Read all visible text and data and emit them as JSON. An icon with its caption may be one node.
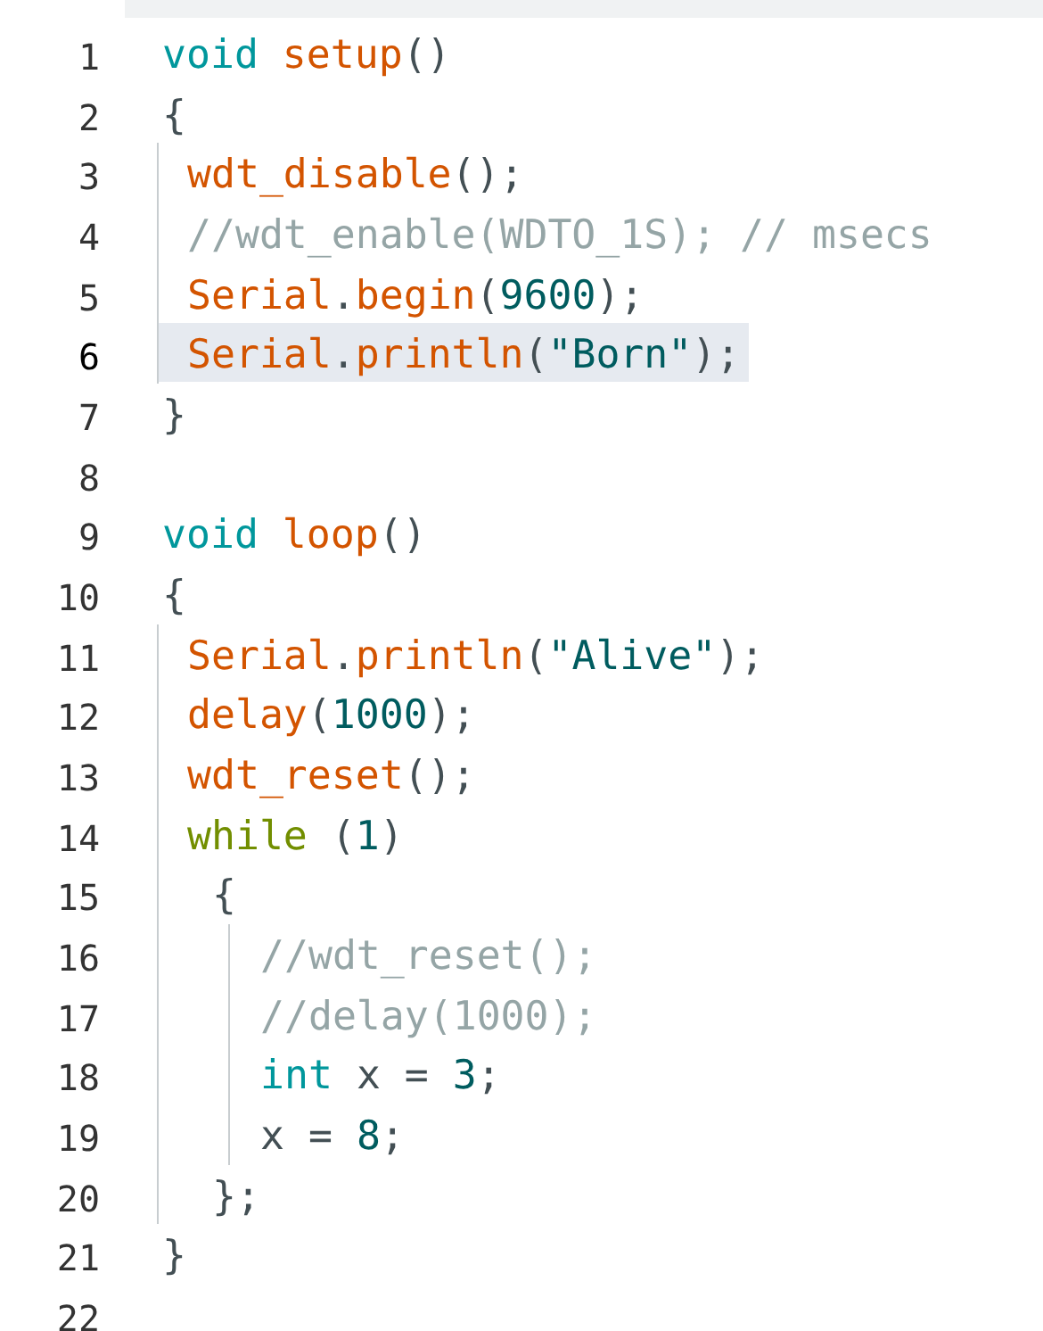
{
  "diagram": {
    "labels": [
      "1",
      "void setup()",
      "2",
      "{",
      "3",
      "wdt_disable();",
      "4",
      "//wdt_enable(WDTO_1S); // msecs",
      "5",
      "Serial.begin(9600);",
      "6",
      "Serial.println(\"Born\");",
      "7",
      "}",
      "8",
      "9",
      "void loop()",
      "10",
      "{",
      "11",
      "Serial.println(\"Alive\");",
      "12",
      "delay(1000);",
      "13",
      "wdt_reset();",
      "14",
      "while (1)",
      "15",
      "{",
      "16",
      "//wdt_reset();",
      "17",
      "//delay(1000);",
      "18",
      "int x = 3;",
      "19",
      "x = 8;",
      "20",
      "};",
      "21",
      "}",
      "22"
    ]
  }
}
